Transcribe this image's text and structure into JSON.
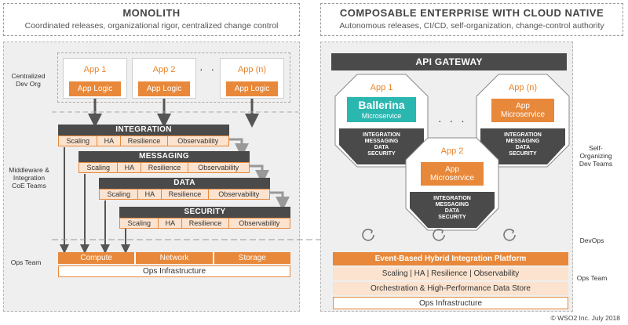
{
  "monolith": {
    "title": "MONOLITH",
    "subtitle": "Coordinated releases, organizational rigor, centralized change control",
    "label_dev_org": "Centralized Dev Org",
    "label_middleware": "Middleware & Integration CoE Teams",
    "label_ops": "Ops Team",
    "apps": [
      {
        "name": "App 1",
        "logic": "App Logic"
      },
      {
        "name": "App 2",
        "logic": "App Logic"
      },
      {
        "name": "App (n)",
        "logic": "App Logic"
      }
    ],
    "apps_ellipsis": "· · ·",
    "layers": [
      {
        "name": "INTEGRATION",
        "cells": [
          "Scaling",
          "HA",
          "Resilience",
          "Observability"
        ]
      },
      {
        "name": "MESSAGING",
        "cells": [
          "Scaling",
          "HA",
          "Resilience",
          "Observability"
        ]
      },
      {
        "name": "DATA",
        "cells": [
          "Scaling",
          "HA",
          "Resilience",
          "Observability"
        ]
      },
      {
        "name": "SECURITY",
        "cells": [
          "Scaling",
          "HA",
          "Resilience",
          "Observability"
        ]
      }
    ],
    "ops_cells": [
      "Compute",
      "Network",
      "Storage"
    ],
    "ops_infra": "Ops Infrastructure"
  },
  "cloud_native": {
    "title": "COMPOSABLE ENTERPRISE WITH CLOUD NATIVE",
    "subtitle": "Autonomous releases, CI/CD, self-organization, change-control authority",
    "gateway": "API GATEWAY",
    "label_self_org": "Self-Organizing Dev Teams",
    "label_devops": "DevOps",
    "label_ops": "Ops Team",
    "services": [
      {
        "name": "App 1",
        "brand": "Ballerina",
        "service": "Microservice",
        "caps": [
          "INTEGRATION",
          "MESSAGING",
          "DATA",
          "SECURITY"
        ]
      },
      {
        "name": "App 2",
        "service_line1": "App",
        "service_line2": "Microservice",
        "caps": [
          "INTEGRATION",
          "MESSAGING",
          "DATA",
          "SECURITY"
        ]
      },
      {
        "name": "App (n)",
        "service_line1": "App",
        "service_line2": "Microservice",
        "caps": [
          "INTEGRATION",
          "MESSAGING",
          "DATA",
          "SECURITY"
        ]
      }
    ],
    "services_ellipsis": "· · ·",
    "platform": {
      "head": "Event-Based Hybrid Integration Platform",
      "rows": [
        "Scaling | HA | Resilience | Observability",
        "Orchestration & High-Performance Data Store"
      ],
      "infra": "Ops Infrastructure"
    }
  },
  "footer": "© WSO2 Inc.  July 2018",
  "colors": {
    "accent": "#e8883a",
    "dark": "#4a4a4a",
    "teal": "#2ab7b0",
    "panel": "#efefef"
  }
}
